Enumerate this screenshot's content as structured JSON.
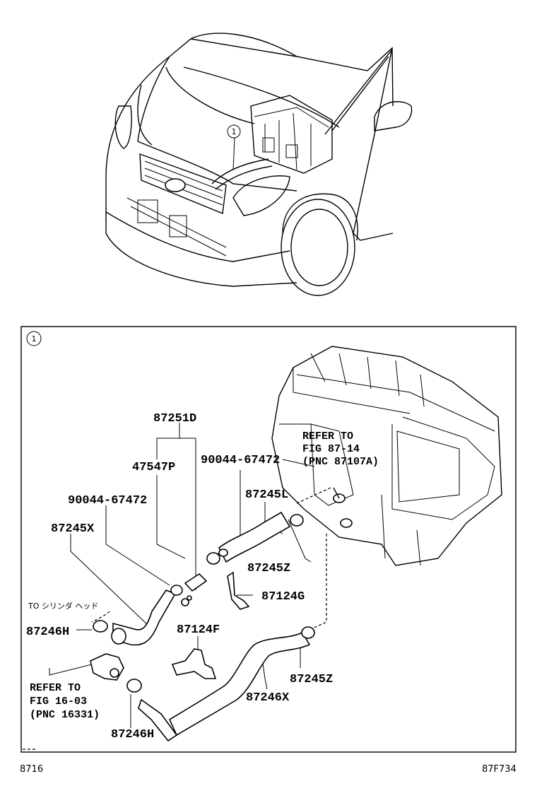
{
  "callout_marker": "1",
  "parts": {
    "p87251D": "87251D",
    "p47547P": "47547P",
    "p90044_a": "90044-67472",
    "p90044_b": "90044-67472",
    "p87245X": "87245X",
    "p87245L": "87245L",
    "p87245Z_a": "87245Z",
    "p87245Z_b": "87245Z",
    "p87124G": "87124G",
    "p87124F": "87124F",
    "p87246H_a": "87246H",
    "p87246H_b": "87246H",
    "p87246X": "87246X"
  },
  "refer_top": [
    "REFER TO",
    "FIG 87-14",
    "(PNC 87107A)"
  ],
  "refer_left": [
    "REFER TO",
    "FIG 16-03",
    "(PNC 16331)"
  ],
  "to_cylinder_head": "TO シリンダ ヘッド",
  "footer": {
    "left": "8716",
    "right": "87F734"
  }
}
